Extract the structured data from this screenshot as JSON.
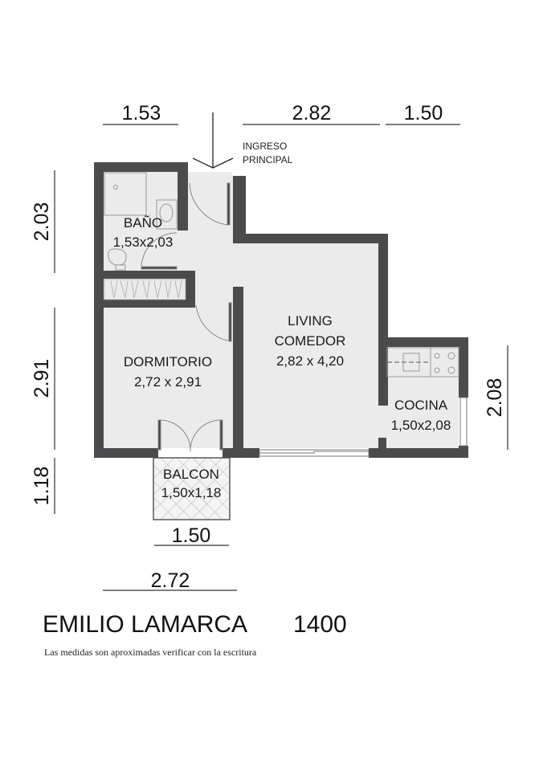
{
  "dimensions": {
    "top": [
      "1.53",
      "2.82",
      "1.50"
    ],
    "left": [
      "2.03",
      "2.91",
      "1.18"
    ],
    "right": [
      "2.08"
    ],
    "bottom": [
      "1.50",
      "2.72"
    ]
  },
  "entrance": {
    "line1": "INGRESO",
    "line2": "PRINCIPAL"
  },
  "rooms": {
    "bano": {
      "name": "BAÑO",
      "size": "1,53x2,03"
    },
    "dormitorio": {
      "name": "DORMITORIO",
      "size": "2,72 x 2,91"
    },
    "living": {
      "name1": "LIVING",
      "name2": "COMEDOR",
      "size": "2,82 x 4,20"
    },
    "cocina": {
      "name": "COCINA",
      "size": "1,50x2,08"
    },
    "balcon": {
      "name": "BALCON",
      "size": "1,50x1,18"
    }
  },
  "title": {
    "street": "EMILIO LAMARCA",
    "number": "1400"
  },
  "note": "Las medidas son aproximadas verificar con la escritura",
  "colors": {
    "wall": "#4b4b4d",
    "floor": "#ebebeb"
  }
}
